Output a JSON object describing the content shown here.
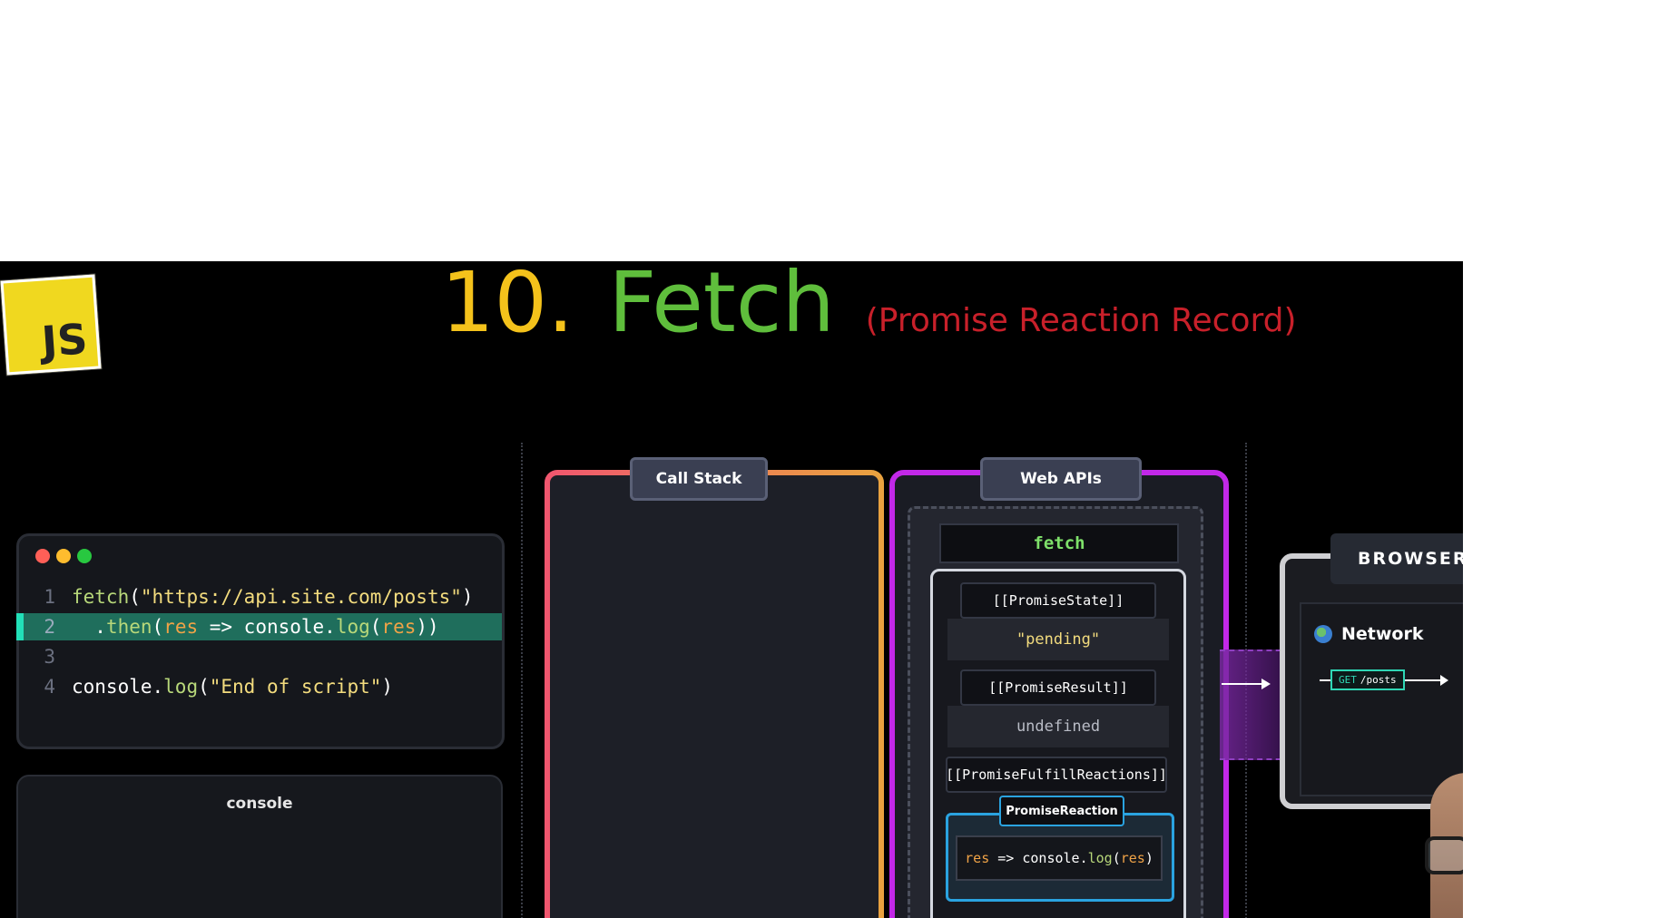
{
  "title": {
    "number": "10.",
    "name": "Fetch",
    "subtitle": "(Promise Reaction Record)"
  },
  "logo": {
    "text": "JS"
  },
  "code": {
    "lines": [
      {
        "num": "1",
        "parts": [
          [
            "fn",
            "fetch"
          ],
          [
            "txt",
            "("
          ],
          [
            "str",
            "\"https://api.site.com/posts\""
          ],
          [
            "txt",
            ")"
          ]
        ]
      },
      {
        "num": "2",
        "parts": [
          [
            "txt",
            "  ."
          ],
          [
            "method",
            "then"
          ],
          [
            "txt",
            "("
          ],
          [
            "var",
            "res"
          ],
          [
            "txt",
            " => console."
          ],
          [
            "method",
            "log"
          ],
          [
            "txt",
            "("
          ],
          [
            "var",
            "res"
          ],
          [
            "txt",
            "))"
          ]
        ],
        "active": true
      },
      {
        "num": "3",
        "parts": []
      },
      {
        "num": "4",
        "parts": [
          [
            "txt",
            "console."
          ],
          [
            "method",
            "log"
          ],
          [
            "txt",
            "("
          ],
          [
            "str",
            "\"End of script\""
          ],
          [
            "txt",
            ")"
          ]
        ]
      }
    ]
  },
  "console": {
    "label": "console"
  },
  "call_stack": {
    "label": "Call Stack"
  },
  "web_apis": {
    "label": "Web APIs",
    "fetch_label": "fetch",
    "promise_state_label": "[[PromiseState]]",
    "promise_state_value": "\"pending\"",
    "promise_result_label": "[[PromiseResult]]",
    "promise_result_value": "undefined",
    "fulfill_reactions_label": "[[PromiseFulfillReactions]]",
    "reaction_label": "PromiseReaction",
    "reaction_code": {
      "var1": "res",
      "arrow": " => console.",
      "method": "log",
      "open": "(",
      "var2": "res",
      "close": ")"
    }
  },
  "browser": {
    "label": "BROWSER",
    "network_label": "Network",
    "request_method": "GET",
    "request_path": "/posts"
  },
  "colors": {
    "title_number": "#f4c21b",
    "title_name": "#5fbe3c",
    "title_subtitle": "#c8202a",
    "web_apis_border": "#c228e8",
    "active_line": "#1f6e5c"
  }
}
